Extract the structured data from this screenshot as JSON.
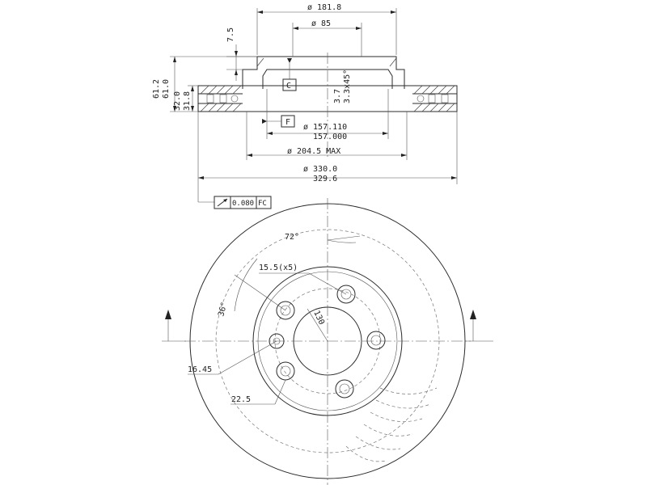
{
  "top_view": {
    "dim_hat_diameter": "ø 181.8",
    "dim_center_bore": "ø 85",
    "dim_hat_offset": "7.5",
    "dim_height_max": "61.2",
    "dim_height_min": "61.0",
    "dim_thickness_max": "32.0",
    "dim_thickness_min": "31.8",
    "dim_chamfer_1": "3.7",
    "dim_chamfer_2": "3.3x45°",
    "datum_c": "C",
    "datum_f": "F",
    "dim_hub_max": "ø 157.110",
    "dim_hub_min": "157.000",
    "dim_inner_max": "ø 204.5 MAX",
    "dim_outer_max": "ø 330.0",
    "dim_outer_min": "329.6",
    "tolerance_value": "0.080",
    "tolerance_datum": "FC"
  },
  "front_view": {
    "angle_bolt_pitch": "72°",
    "hole_spec": "15.5(x5)",
    "angle_offset": "36°",
    "pcd": "130",
    "dim_small_hole": "16.45",
    "angle_small_hole": "22.5"
  },
  "colors": {
    "line": "#2b2b2b",
    "background": "#ffffff"
  }
}
